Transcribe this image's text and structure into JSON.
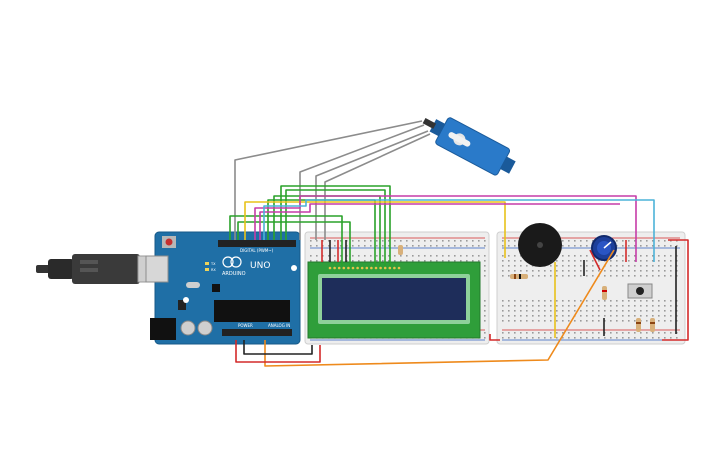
{
  "board": {
    "brand": "ARDUINO",
    "model": "UNO",
    "digital_label": "DIGITAL (PWM~)",
    "power_label": "POWER",
    "analog_label": "ANALOG IN",
    "tx_label": "TX",
    "rx_label": "RX"
  },
  "colors": {
    "board": "#1f6fa6",
    "breadboard": "#eeeeee",
    "lcd_pcb": "#2f9e3a",
    "lcd_screen": "#1e2d5a",
    "servo": "#2a7ac9",
    "wire_gray": "#8c8c8c",
    "wire_green": "#2aa22a",
    "wire_magenta": "#c63ca8",
    "wire_cyan": "#4cb3d8",
    "wire_yellow": "#e8c21a",
    "wire_orange": "#ee8a1c",
    "wire_red": "#d32a2a",
    "wire_black": "#222222"
  },
  "components": [
    "arduino-uno",
    "usb-cable",
    "breadboard-left",
    "breadboard-right",
    "lcd-16x2",
    "micro-servo",
    "piezo-buzzer",
    "potentiometer",
    "push-button",
    "resistors"
  ]
}
